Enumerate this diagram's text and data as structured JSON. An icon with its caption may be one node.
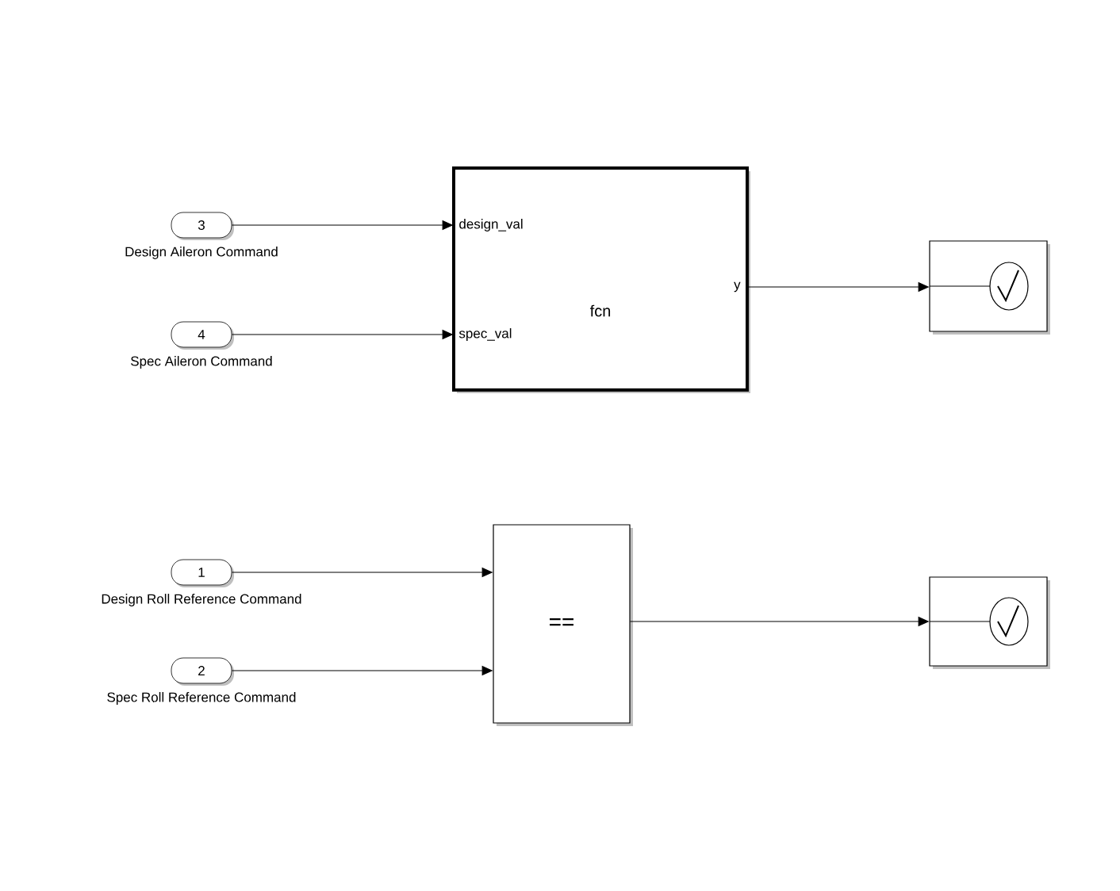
{
  "diagram": {
    "nodes": [
      {
        "text": [
          "3"
        ],
        "beside": [
          "Design Aileron Command"
        ]
      },
      {
        "text": [
          "4"
        ],
        "beside": [
          "Spec Aileron Command"
        ]
      },
      {
        "text": [
          "design_val",
          "spec_val",
          "fcn",
          "y"
        ]
      },
      {
        "text": [],
        "shape": "box"
      },
      {
        "text": [
          "1"
        ],
        "beside": [
          "Design Roll Reference Command"
        ]
      },
      {
        "text": [
          "2"
        ],
        "beside": [
          "Spec Roll Reference Command"
        ]
      },
      {
        "text": [
          "=="
        ]
      },
      {
        "text": [],
        "shape": "box"
      }
    ],
    "edges": [
      {
        "from": 0,
        "to": 2,
        "arrow": "to"
      },
      {
        "from": 1,
        "to": 2,
        "arrow": "to"
      },
      {
        "from": 2,
        "to": 3,
        "arrow": "to"
      },
      {
        "from": 4,
        "to": 6,
        "arrow": "to"
      },
      {
        "from": 5,
        "to": 6,
        "arrow": "to"
      },
      {
        "from": 6,
        "to": 7,
        "arrow": "to"
      }
    ]
  }
}
